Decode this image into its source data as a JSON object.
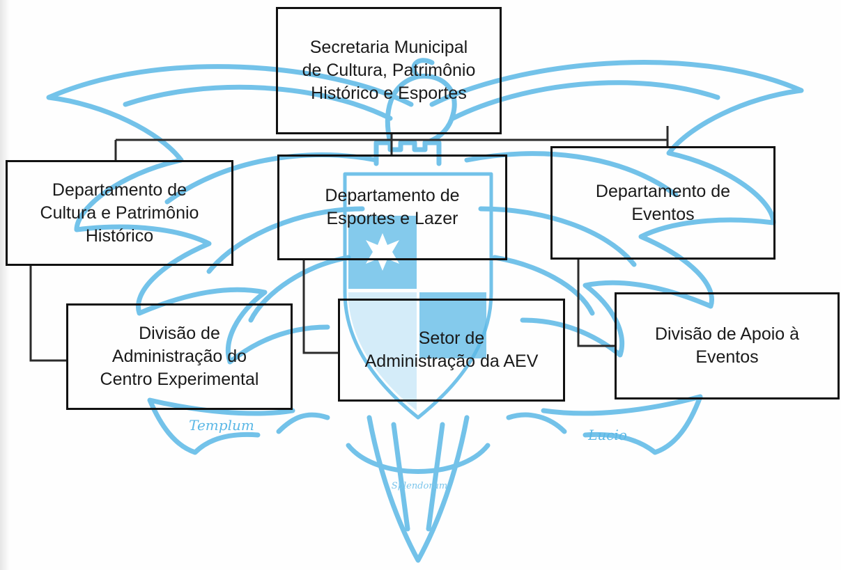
{
  "colors": {
    "line": "#2b2b2b",
    "box_border": "#111111",
    "text": "#1a1a1a",
    "emblem": "#5bb8e6",
    "emblem_light": "#a9daf3"
  },
  "diagram": {
    "root": {
      "label": "Secretaria Municipal\nde Cultura, Patrimônio\nHistórico e Esportes"
    },
    "departments": [
      {
        "label": "Departamento de\nCultura e Patrimônio\nHistórico"
      },
      {
        "label": "Departamento de\nEsportes e Lazer"
      },
      {
        "label": "Departamento de\nEventos"
      }
    ],
    "subunits": [
      {
        "label": "Divisão de\nAdministração do\nCentro Experimental"
      },
      {
        "label": "Setor de\nAdministração da AEV"
      },
      {
        "label": "Divisão de Apoio à\nEventos"
      }
    ]
  },
  "watermark": {
    "name": "eagle-crest-emblem",
    "scroll_left": "Templum",
    "scroll_right": "Lucio",
    "scroll_bottom": "Splendorum"
  }
}
